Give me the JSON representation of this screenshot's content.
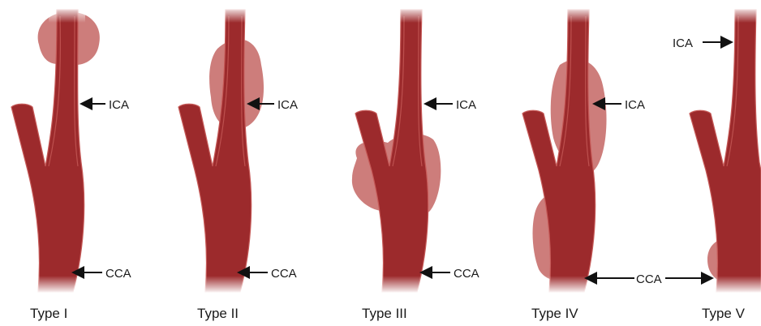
{
  "figure": {
    "panels": [
      {
        "type_label": "Type I",
        "labels": {
          "ica": "ICA",
          "cca": "CCA"
        }
      },
      {
        "type_label": "Type II",
        "labels": {
          "ica": "ICA",
          "cca": "CCA"
        }
      },
      {
        "type_label": "Type III",
        "labels": {
          "ica": "ICA",
          "cca": "CCA"
        }
      },
      {
        "type_label": "Type IV",
        "labels": {
          "ica": "ICA"
        }
      },
      {
        "type_label": "Type V",
        "labels": {
          "ica": "ICA"
        }
      }
    ],
    "shared_cca_label": "CCA",
    "colors": {
      "vessel": "#9c2a2c",
      "vessel_highlight": "#c65a58",
      "aneurysm": "#c46664",
      "arrow": "#111111"
    }
  }
}
